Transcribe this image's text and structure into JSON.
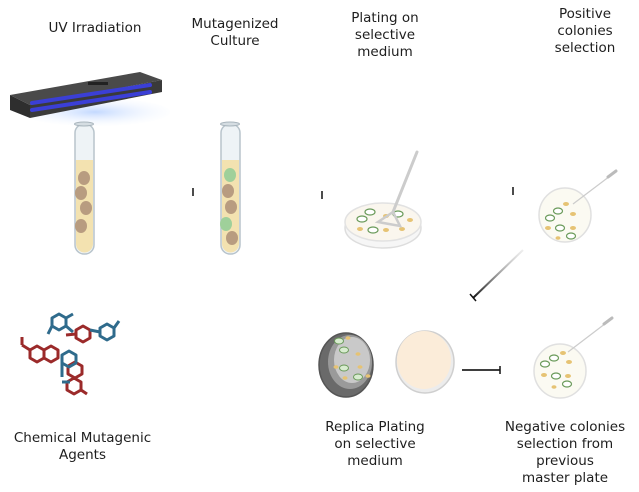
{
  "labels": {
    "uv": "UV Irradiation",
    "mutagenized": "Mutagenized\nCulture",
    "plating": "Plating on\nselective\nmedium",
    "positive": "Positive\ncolonies\nselection",
    "chemical": "Chemical Mutagenic\nAgents",
    "replica": "Replica Plating\non selective\nmedium",
    "negative": "Negative colonies\nselection from\nprevious\nmaster plate"
  },
  "colors": {
    "uv_lamp": "#3b3fd6",
    "medium": "#f3e2b0",
    "wild_cell": "#b89c80",
    "mutant_cell": "#9fd09a",
    "colony_yellow": "#e6c374",
    "colony_green": "#6a9a5a",
    "molecule_blue": "#2f6b8c",
    "molecule_red": "#9b2a2a"
  }
}
